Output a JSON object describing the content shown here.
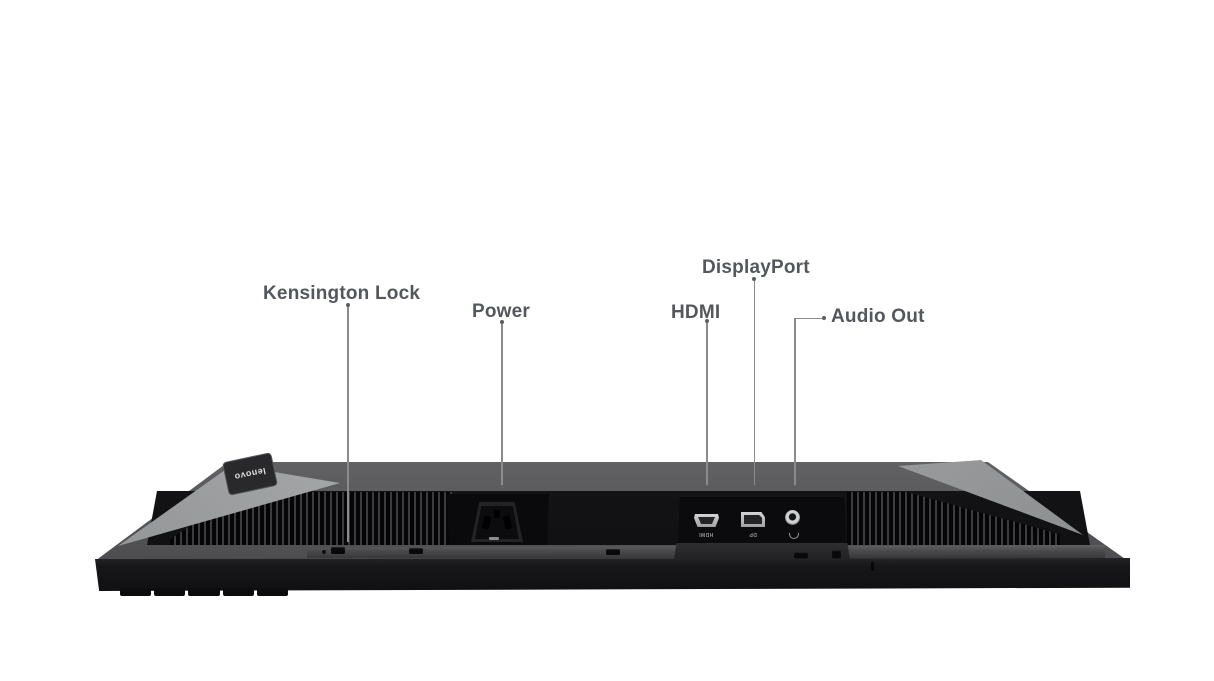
{
  "diagram": {
    "type": "product-port-callout-diagram",
    "subject": "monitor rear bottom view"
  },
  "callouts": {
    "kensington": {
      "label": "Kensington Lock"
    },
    "power": {
      "label": "Power"
    },
    "hdmi": {
      "label": "HDMI"
    },
    "displayport": {
      "label": "DisplayPort"
    },
    "audio": {
      "label": "Audio Out"
    }
  },
  "monitor": {
    "brand": "lenovo",
    "port_markings": {
      "hdmi": "HDMI",
      "displayport": "DP",
      "audio": "headphone-icon"
    }
  },
  "colors": {
    "background": "#ffffff",
    "label_text": "#54575c",
    "leader_line": "#888b8f",
    "accent_panel": "#b9babc",
    "body_dark": "#141416"
  }
}
